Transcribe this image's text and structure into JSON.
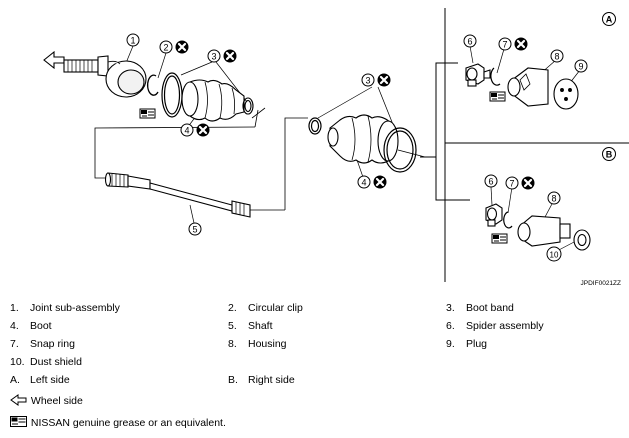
{
  "figure_code": "JPDIF0021ZZ",
  "callouts": [
    "1",
    "2",
    "3",
    "4",
    "5",
    "6",
    "7",
    "8",
    "9",
    "10"
  ],
  "section_markers": {
    "left": "A",
    "right": "B"
  },
  "legend": {
    "items": [
      {
        "num": "1.",
        "label": "Joint sub-assembly"
      },
      {
        "num": "2.",
        "label": "Circular clip"
      },
      {
        "num": "3.",
        "label": "Boot band"
      },
      {
        "num": "4.",
        "label": "Boot"
      },
      {
        "num": "5.",
        "label": "Shaft"
      },
      {
        "num": "6.",
        "label": "Spider assembly"
      },
      {
        "num": "7.",
        "label": "Snap ring"
      },
      {
        "num": "8.",
        "label": "Housing"
      },
      {
        "num": "9.",
        "label": "Plug"
      },
      {
        "num": "10.",
        "label": "Dust shield"
      }
    ],
    "sides": [
      {
        "num": "A.",
        "label": "Left side"
      },
      {
        "num": "B.",
        "label": "Right side"
      }
    ],
    "wheel_side": "Wheel side",
    "grease_note": "NISSAN genuine grease or an equivalent."
  },
  "icons": [
    "wheel-side-arrow-icon",
    "grease-icon",
    "do-not-reuse-icon"
  ]
}
